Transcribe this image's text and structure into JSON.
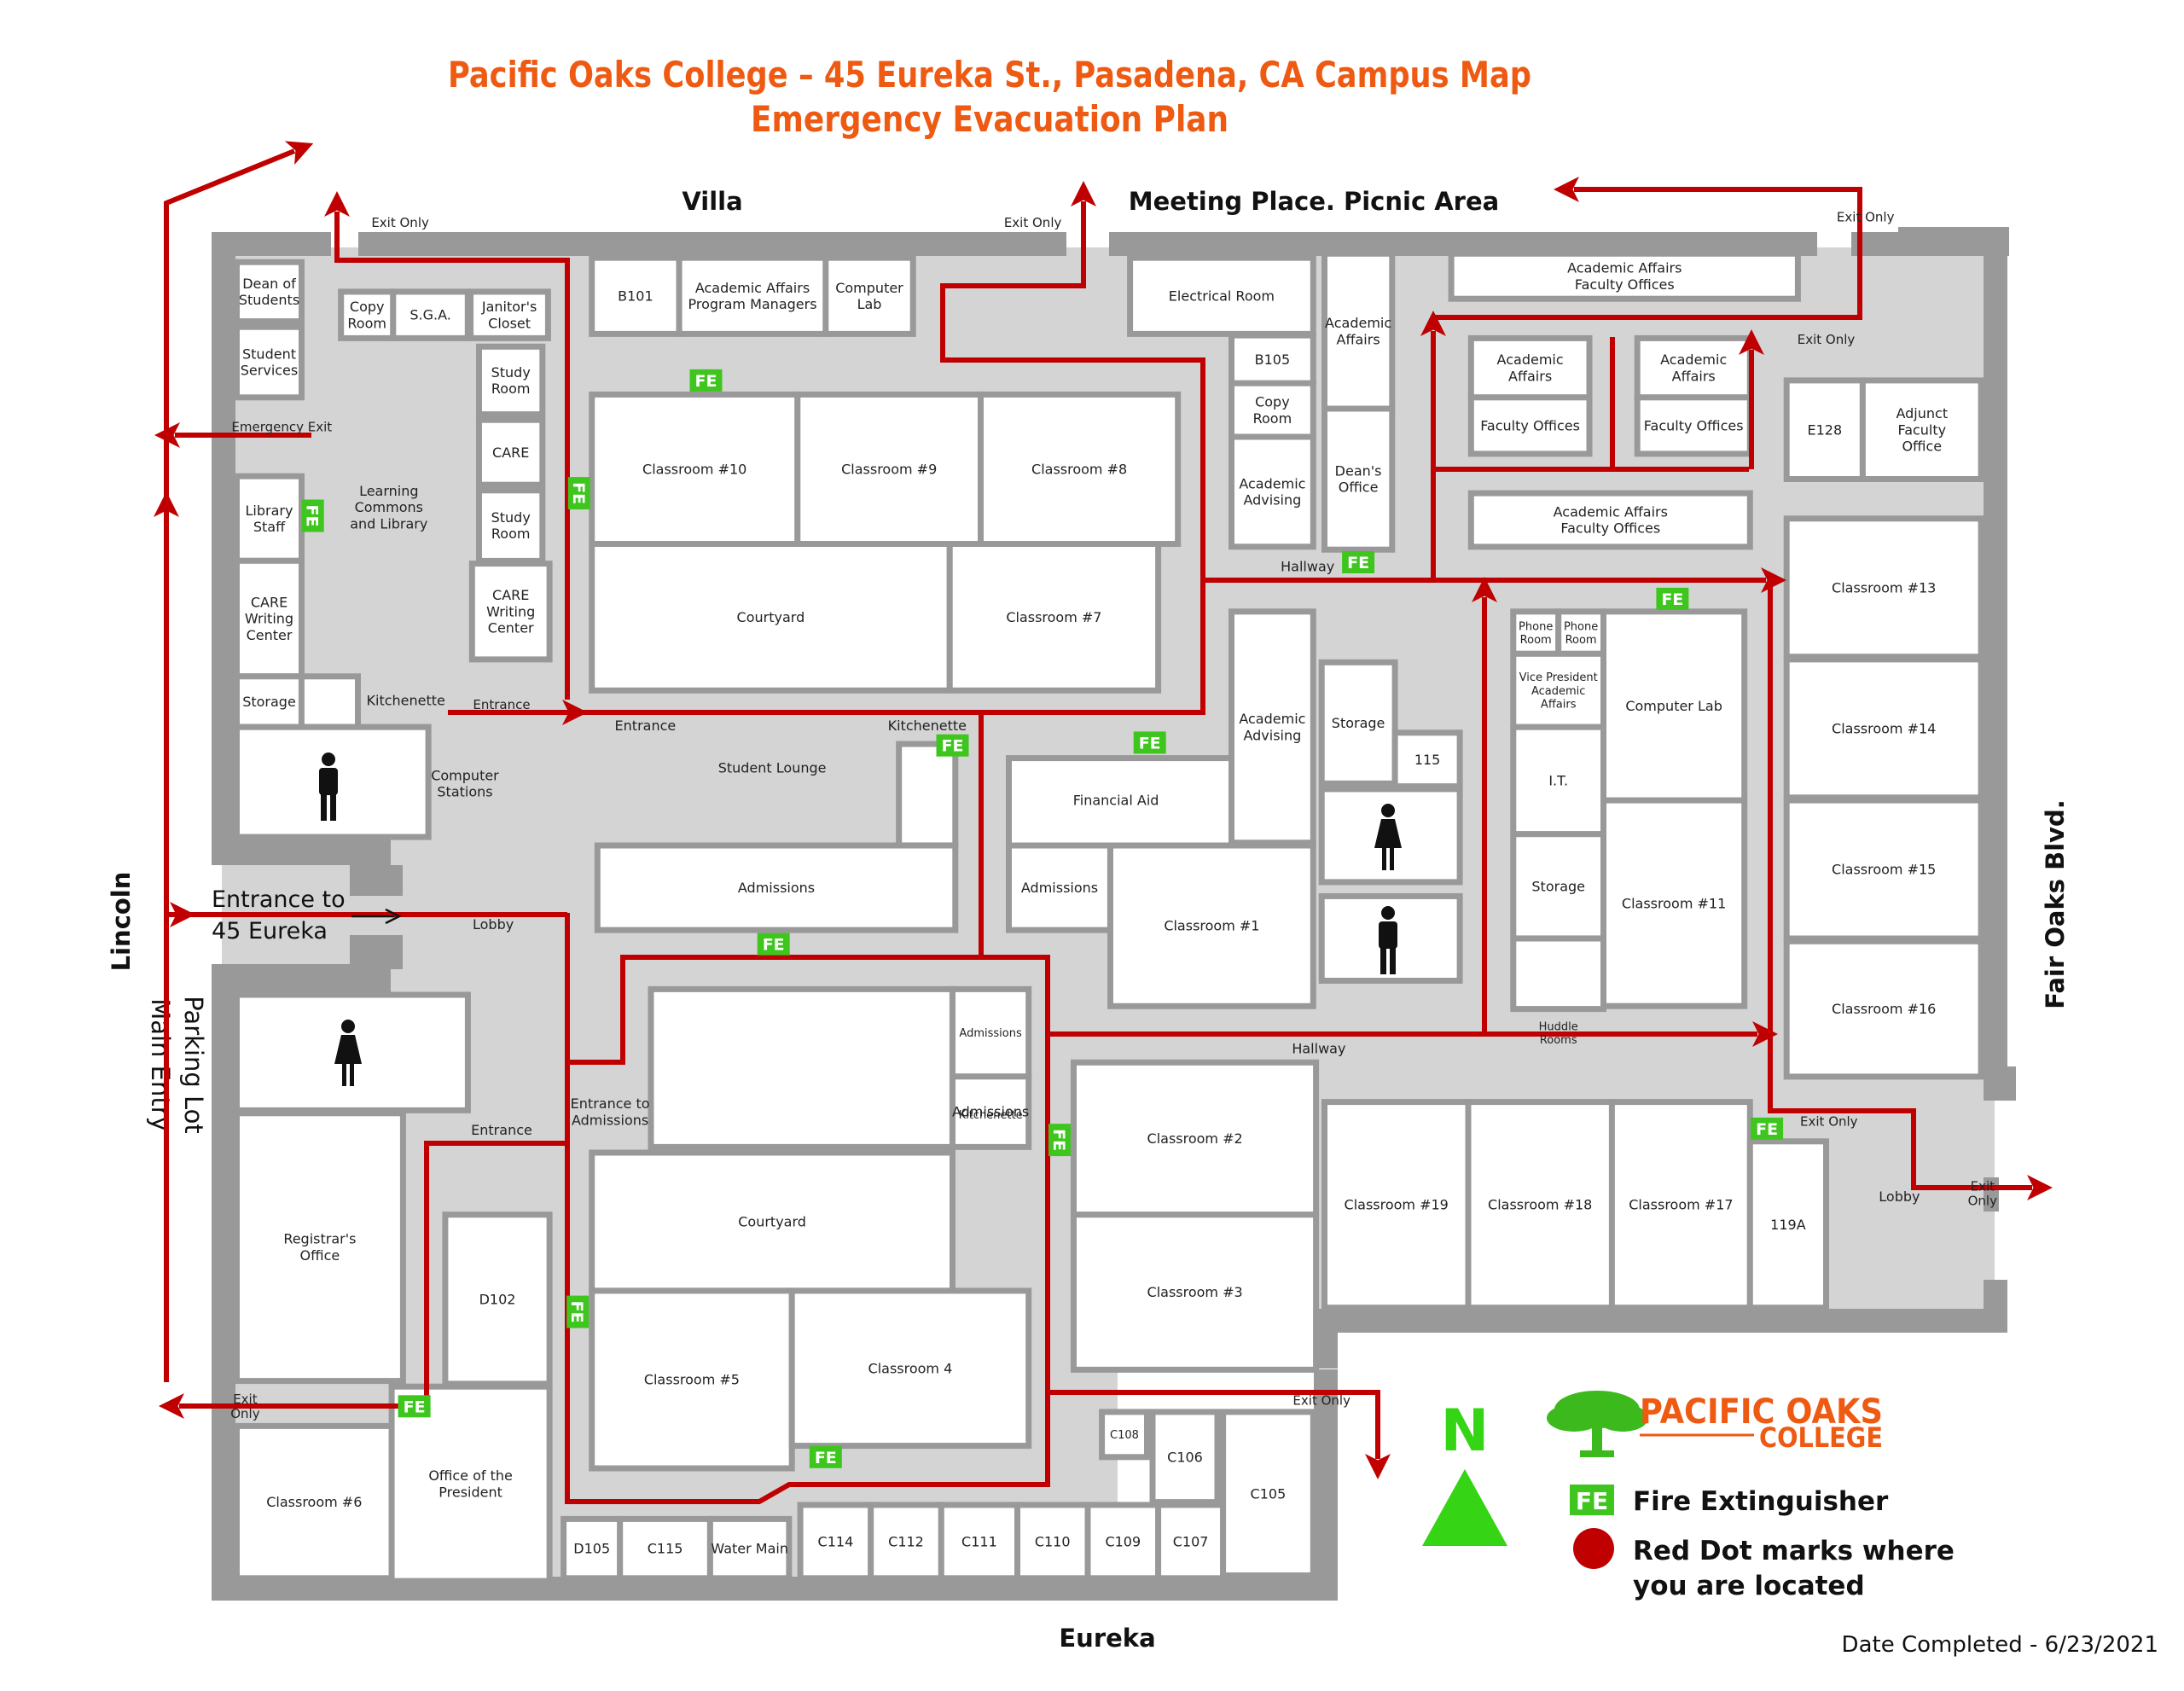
{
  "title_line1": "Pacific Oaks College – 45 Eureka St., Pasadena, CA Campus Map",
  "title_line2": "Emergency Evacuation Plan",
  "streets": {
    "villa": "Villa",
    "meeting_place": "Meeting Place. Picnic Area",
    "lincoln": "Lincoln",
    "parking_1": "Parking Lot",
    "parking_2": "Main Entry",
    "fair_oaks": "Fair Oaks Blvd.",
    "eureka": "Eureka"
  },
  "entrance_main_1": "Entrance to",
  "entrance_main_2": "45 Eureka",
  "rooms": [
    {
      "id": "dean",
      "lines": [
        "Dean of",
        "Students"
      ]
    },
    {
      "id": "student-services",
      "lines": [
        "Student",
        "Services"
      ]
    },
    {
      "id": "copy-room-1",
      "lines": [
        "Copy",
        "Room"
      ]
    },
    {
      "id": "sga",
      "lines": [
        "S.G.A."
      ]
    },
    {
      "id": "janitors-closet",
      "lines": [
        "Janitor's",
        "Closet"
      ]
    },
    {
      "id": "study-room-1",
      "lines": [
        "Study",
        "Room"
      ]
    },
    {
      "id": "care",
      "lines": [
        "CARE"
      ]
    },
    {
      "id": "study-room-2",
      "lines": [
        "Study",
        "Room"
      ]
    },
    {
      "id": "care-writing-2",
      "lines": [
        "CARE",
        "Writing",
        "Center"
      ]
    },
    {
      "id": "learning-commons",
      "lines": [
        "Learning",
        "Commons",
        "and Library"
      ]
    },
    {
      "id": "library-staff",
      "lines": [
        "Library",
        "Staff"
      ]
    },
    {
      "id": "care-writing-1",
      "lines": [
        "CARE",
        "Writing",
        "Center"
      ]
    },
    {
      "id": "storage-1",
      "lines": [
        "Storage"
      ]
    },
    {
      "id": "kitchenette-1",
      "lines": [
        "Kitchenette"
      ]
    },
    {
      "id": "computer-stations",
      "lines": [
        "Computer",
        "Stations"
      ]
    },
    {
      "id": "b101",
      "lines": [
        "B101"
      ]
    },
    {
      "id": "aa-program-managers",
      "lines": [
        "Academic Affairs",
        "Program Managers"
      ]
    },
    {
      "id": "computer-lab-1",
      "lines": [
        "Computer",
        "Lab"
      ]
    },
    {
      "id": "classroom-10",
      "lines": [
        "Classroom #10"
      ]
    },
    {
      "id": "classroom-9",
      "lines": [
        "Classroom #9"
      ]
    },
    {
      "id": "classroom-8",
      "lines": [
        "Classroom #8"
      ]
    },
    {
      "id": "courtyard-1",
      "lines": [
        "Courtyard"
      ]
    },
    {
      "id": "classroom-7",
      "lines": [
        "Classroom #7"
      ]
    },
    {
      "id": "entrance-2",
      "lines": [
        "Entrance"
      ]
    },
    {
      "id": "kitchenette-2",
      "lines": [
        "Kitchenette"
      ]
    },
    {
      "id": "student-lounge",
      "lines": [
        "Student Lounge"
      ]
    },
    {
      "id": "admissions-1",
      "lines": [
        "Admissions"
      ]
    },
    {
      "id": "lobby-1",
      "lines": [
        "Lobby"
      ]
    },
    {
      "id": "electrical-room",
      "lines": [
        "Electrical Room"
      ]
    },
    {
      "id": "b105",
      "lines": [
        "B105"
      ]
    },
    {
      "id": "copy-room-2",
      "lines": [
        "Copy",
        "Room"
      ]
    },
    {
      "id": "academic-advising-1",
      "lines": [
        "Academic",
        "Advising"
      ]
    },
    {
      "id": "academic-affairs-1",
      "lines": [
        "Academic",
        "Affairs"
      ]
    },
    {
      "id": "deans-office",
      "lines": [
        "Dean's",
        "Office"
      ]
    },
    {
      "id": "hallway-1",
      "lines": [
        "Hallway"
      ]
    },
    {
      "id": "aa-faculty-offices-top",
      "lines": [
        "Academic Affairs",
        "Faculty Offices"
      ]
    },
    {
      "id": "academic-affairs-2",
      "lines": [
        "Academic",
        "Affairs"
      ]
    },
    {
      "id": "faculty-offices-1",
      "lines": [
        "Faculty Offices"
      ]
    },
    {
      "id": "academic-affairs-3",
      "lines": [
        "Academic",
        "Affairs"
      ]
    },
    {
      "id": "faculty-offices-2",
      "lines": [
        "Faculty Offices"
      ]
    },
    {
      "id": "aa-faculty-offices-mid",
      "lines": [
        "Academic Affairs",
        "Faculty Offices"
      ]
    },
    {
      "id": "e128",
      "lines": [
        "E128"
      ]
    },
    {
      "id": "adjunct-faculty",
      "lines": [
        "Adjunct",
        "Faculty",
        "Office"
      ]
    },
    {
      "id": "classroom-13",
      "lines": [
        "Classroom #13"
      ]
    },
    {
      "id": "classroom-14",
      "lines": [
        "Classroom #14"
      ]
    },
    {
      "id": "classroom-15",
      "lines": [
        "Classroom #15"
      ]
    },
    {
      "id": "classroom-16",
      "lines": [
        "Classroom #16"
      ]
    },
    {
      "id": "phone-room-1",
      "lines": [
        "Phone",
        "Room"
      ]
    },
    {
      "id": "phone-room-2",
      "lines": [
        "Phone",
        "Room"
      ]
    },
    {
      "id": "vp-academic-affairs",
      "lines": [
        "Vice President",
        "Academic",
        "Affairs"
      ]
    },
    {
      "id": "computer-lab-2",
      "lines": [
        "Computer Lab"
      ]
    },
    {
      "id": "it",
      "lines": [
        "I.T."
      ]
    },
    {
      "id": "storage-3",
      "lines": [
        "Storage"
      ]
    },
    {
      "id": "classroom-11",
      "lines": [
        "Classroom #11"
      ]
    },
    {
      "id": "huddle-rooms",
      "lines": [
        "Huddle",
        "Rooms"
      ]
    },
    {
      "id": "academic-advising-2",
      "lines": [
        "Academic",
        "Advising"
      ]
    },
    {
      "id": "storage-2",
      "lines": [
        "Storage"
      ]
    },
    {
      "id": "room-115",
      "lines": [
        "115"
      ]
    },
    {
      "id": "financial-aid",
      "lines": [
        "Financial Aid"
      ]
    },
    {
      "id": "admissions-2",
      "lines": [
        "Admissions"
      ]
    },
    {
      "id": "classroom-1",
      "lines": [
        "Classroom #1"
      ]
    },
    {
      "id": "hallway-2",
      "lines": [
        "Hallway"
      ]
    },
    {
      "id": "admissions-3",
      "lines": [
        "Admissions"
      ]
    },
    {
      "id": "admissions-4",
      "lines": [
        "Admissions"
      ]
    },
    {
      "id": "kitchenette-3",
      "lines": [
        "Kitchenette"
      ]
    },
    {
      "id": "entrance-to-admissions",
      "lines": [
        "Entrance to",
        "Admissions"
      ]
    },
    {
      "id": "courtyard-2",
      "lines": [
        "Courtyard"
      ]
    },
    {
      "id": "classroom-5",
      "lines": [
        "Classroom #5"
      ]
    },
    {
      "id": "classroom-4",
      "lines": [
        "Classroom 4"
      ]
    },
    {
      "id": "classroom-2",
      "lines": [
        "Classroom #2"
      ]
    },
    {
      "id": "classroom-3",
      "lines": [
        "Classroom #3"
      ]
    },
    {
      "id": "classroom-19",
      "lines": [
        "Classroom #19"
      ]
    },
    {
      "id": "classroom-18",
      "lines": [
        "Classroom #18"
      ]
    },
    {
      "id": "classroom-17",
      "lines": [
        "Classroom #17"
      ]
    },
    {
      "id": "lobby-2",
      "lines": [
        "Lobby"
      ]
    },
    {
      "id": "room-119a",
      "lines": [
        "119A"
      ]
    },
    {
      "id": "entrance-3",
      "lines": [
        "Entrance"
      ]
    },
    {
      "id": "registrars-office",
      "lines": [
        "Registrar's",
        "Office"
      ]
    },
    {
      "id": "d102",
      "lines": [
        "D102"
      ]
    },
    {
      "id": "classroom-6",
      "lines": [
        "Classroom #6"
      ]
    },
    {
      "id": "office-of-president",
      "lines": [
        "Office of the",
        "President"
      ]
    },
    {
      "id": "d105",
      "lines": [
        "D105"
      ]
    },
    {
      "id": "c115",
      "lines": [
        "C115"
      ]
    },
    {
      "id": "water-main",
      "lines": [
        "Water Main"
      ]
    },
    {
      "id": "c114",
      "lines": [
        "C114"
      ]
    },
    {
      "id": "c112",
      "lines": [
        "C112"
      ]
    },
    {
      "id": "c111",
      "lines": [
        "C111"
      ]
    },
    {
      "id": "c110",
      "lines": [
        "C110"
      ]
    },
    {
      "id": "c109",
      "lines": [
        "C109"
      ]
    },
    {
      "id": "c107",
      "lines": [
        "C107"
      ]
    },
    {
      "id": "c108",
      "lines": [
        "C108"
      ]
    },
    {
      "id": "c106",
      "lines": [
        "C106"
      ]
    },
    {
      "id": "c105",
      "lines": [
        "C105"
      ]
    }
  ],
  "exits": [
    {
      "id": "exit-top-left",
      "lines": [
        "Exit Only"
      ]
    },
    {
      "id": "exit-top-mid",
      "lines": [
        "Exit Only"
      ]
    },
    {
      "id": "exit-top-right",
      "lines": [
        "Exit Only"
      ]
    },
    {
      "id": "exit-east-upper",
      "lines": [
        "Exit Only"
      ]
    },
    {
      "id": "emergency-exit",
      "lines": [
        "Emergency Exit"
      ]
    },
    {
      "id": "entrance-1",
      "lines": [
        "Entrance"
      ]
    },
    {
      "id": "exit-east-lower",
      "lines": [
        "Exit Only"
      ]
    },
    {
      "id": "exit-east",
      "lines": [
        "Exit",
        "Only"
      ]
    },
    {
      "id": "exit-bottom",
      "lines": [
        "Exit Only"
      ]
    },
    {
      "id": "exit-bottom-left",
      "lines": [
        "Exit",
        "Only"
      ]
    }
  ],
  "fe_label": "FE",
  "fe_count": 13,
  "legend": {
    "brand_line1": "PACIFIC OAKS",
    "brand_line2": "COLLEGE",
    "north": "N",
    "fire_extinguisher": "Fire Extinguisher",
    "red_dot_1": "Red Dot marks where",
    "red_dot_2": "you are located"
  },
  "date_completed": "Date Completed - 6/23/2021",
  "colors": {
    "title": "#ee5a12",
    "route": "#c00000",
    "wall": "#999999",
    "floor": "#d4d4d4",
    "room": "#ffffff",
    "fe": "#3ec61e",
    "north_arrow": "#35d414",
    "brand_green": "#3cb91c",
    "brand_orange": "#ee5a12",
    "red_dot": "#c00000"
  },
  "icons": [
    "fire-extinguisher-badge",
    "women-restroom-icon",
    "men-restroom-icon",
    "north-arrow-icon",
    "oak-tree-logo-icon",
    "red-dot-icon",
    "evacuation-arrow-icon"
  ]
}
